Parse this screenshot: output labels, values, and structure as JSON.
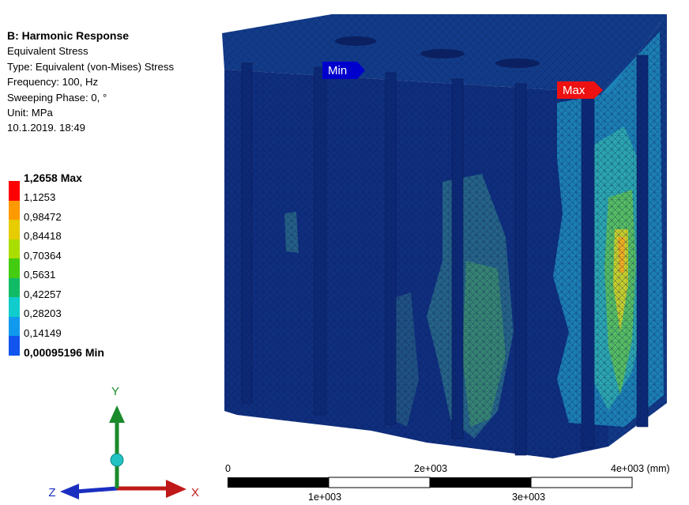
{
  "info": {
    "title": "B: Harmonic Response",
    "lines": [
      "Equivalent Stress",
      "Type: Equivalent (von-Mises) Stress",
      "Frequency: 100, Hz",
      "Sweeping Phase: 0, °",
      "Unit: MPa",
      "10.1.2019. 18:49"
    ]
  },
  "legend": {
    "labels": [
      "1,2658 Max",
      "1,1253",
      "0,98472",
      "0,84418",
      "0,70364",
      "0,5631",
      "0,42257",
      "0,28203",
      "0,14149",
      "0,00095196 Min"
    ],
    "colors": [
      "#ff0000",
      "#ff9900",
      "#e6cc00",
      "#aadd00",
      "#44cc11",
      "#11bb66",
      "#11cccc",
      "#1199ee",
      "#1155ee",
      "#0000ff"
    ]
  },
  "probes": {
    "min_label": "Min",
    "max_label": "Max",
    "min_color": "#0000cc",
    "max_color": "#ee1111"
  },
  "triad": {
    "y_label": "Y",
    "z_label": "Z",
    "x_label": "X"
  },
  "scale_bar": {
    "top_labels": [
      "0",
      "2e+003",
      "4e+003 (mm)"
    ],
    "bottom_labels": [
      "1e+003",
      "3e+003"
    ]
  }
}
